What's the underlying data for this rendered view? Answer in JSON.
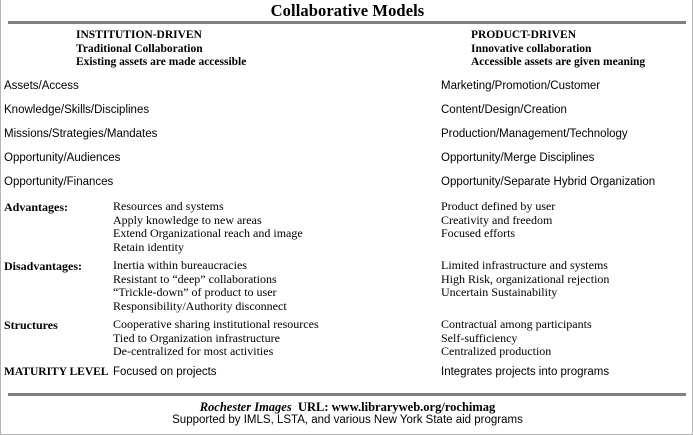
{
  "document": {
    "title": "Collaborative Models",
    "rule_color": "#808080",
    "border_color": "#b5b5b5"
  },
  "columns": {
    "left": {
      "kicker": "INSTITUTION-DRIVEN",
      "subtitle": "Traditional Collaboration",
      "tagline": "Existing assets are made accessible"
    },
    "right": {
      "kicker": "PRODUCT-DRIVEN",
      "subtitle": "Innovative collaboration",
      "tagline": "Accessible assets are given meaning"
    }
  },
  "attribute_rows": [
    {
      "left": "Assets/Access",
      "right": "Marketing/Promotion/Customer"
    },
    {
      "left": "Knowledge/Skills/Disciplines",
      "right": "Content/Design/Creation"
    },
    {
      "left": "Missions/Strategies/Mandates",
      "right": "Production/Management/Technology"
    },
    {
      "left": "Opportunity/Audiences",
      "right": "Opportunity/Merge Disciplines"
    },
    {
      "left": "Opportunity/Finances",
      "right": "Opportunity/Separate Hybrid Organization"
    }
  ],
  "groups": [
    {
      "label": "Advantages:",
      "left_items": [
        "Resources and systems",
        "Apply knowledge to new areas",
        "Extend Organizational reach and image",
        "Retain identity"
      ],
      "right_items": [
        "Product defined by user",
        "Creativity and freedom",
        "Focused efforts"
      ]
    },
    {
      "label": "Disadvantages:",
      "left_items": [
        "Inertia within bureaucracies",
        "Resistant to “deep” collaborations",
        "“Trickle-down” of product to user",
        "Responsibility/Authority disconnect"
      ],
      "right_items": [
        "Limited infrastructure and systems",
        "High Risk, organizational rejection",
        "Uncertain Sustainability"
      ]
    },
    {
      "label": "Structures",
      "left_items": [
        "Cooperative sharing institutional resources",
        "Tied to Organization infrastructure",
        "De-centralized for most activities"
      ],
      "right_items": [
        "Contractual among participants",
        "Self-sufficiency",
        "Centralized production"
      ]
    }
  ],
  "maturity": {
    "label": "MATURITY LEVEL",
    "left": "Focused on projects",
    "right": "Integrates projects into programs"
  },
  "footer": {
    "organization": "Rochester Images",
    "url_text": "URL: www.libraryweb.org/rochimag",
    "support": "Supported by IMLS, LSTA, and various New York State aid programs"
  }
}
